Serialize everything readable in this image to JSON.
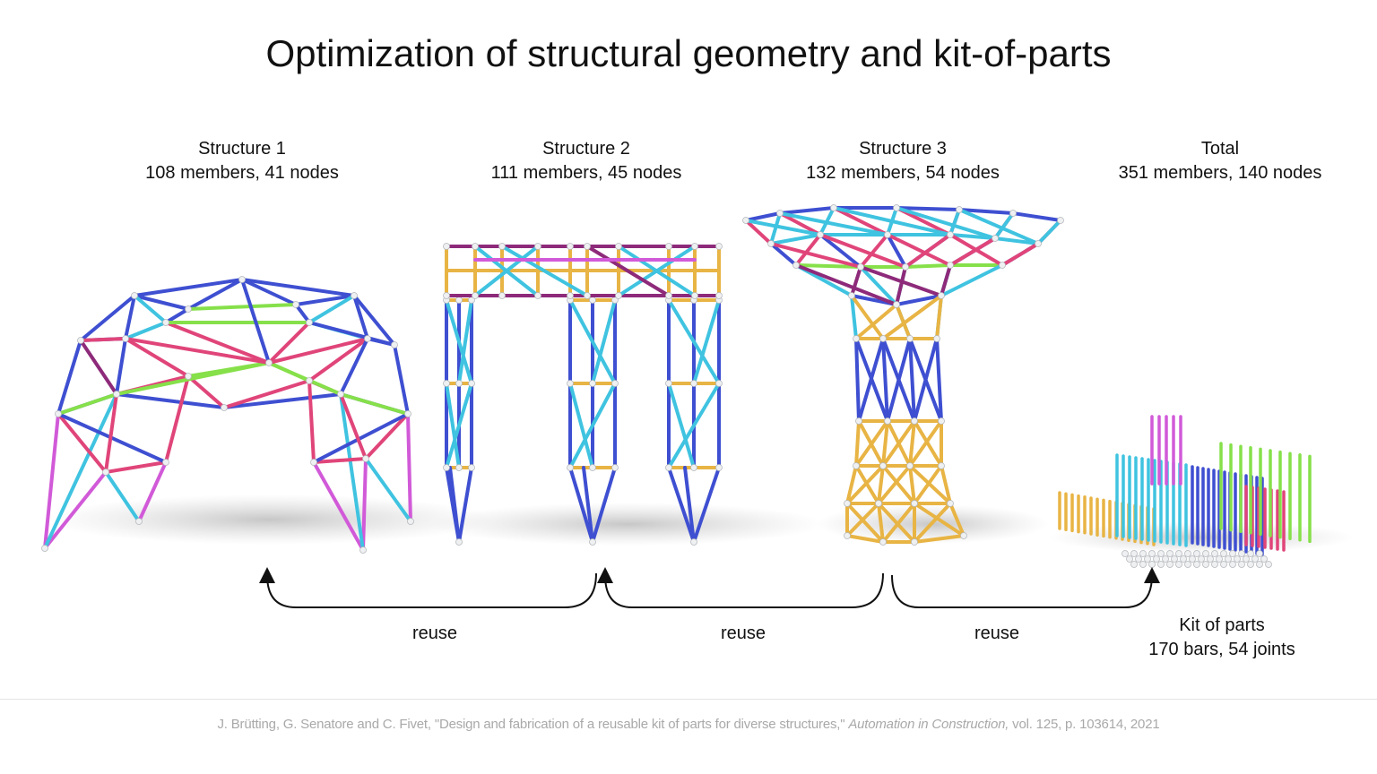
{
  "title": "Optimization of structural geometry and kit-of-parts",
  "structures": [
    {
      "name": "Structure 1",
      "stats": "108 members, 41 nodes"
    },
    {
      "name": "Structure 2",
      "stats": "111 members, 45 nodes"
    },
    {
      "name": "Structure 3",
      "stats": "132 members, 54 nodes"
    }
  ],
  "total": {
    "name": "Total",
    "stats": "351 members, 140 nodes"
  },
  "kit": {
    "name": "Kit of parts",
    "stats": "170 bars, 54 joints"
  },
  "reuse_labels": [
    "reuse",
    "reuse",
    "reuse"
  ],
  "citation": {
    "prefix": "J. Brütting, G. Senatore and C. Fivet, \"Design and fabrication of a reusable kit of parts for diverse structures,\" ",
    "journal": "Automation in Construction,",
    "suffix": " vol. 125, p. 103614, 2021"
  },
  "colors": {
    "blue": "#3e4fd1",
    "cyan": "#3fc3e0",
    "magenta": "#d15ad8",
    "pink": "#e0457a",
    "green": "#86e04a",
    "gold": "#e8b444",
    "purple": "#8e2a7a",
    "node": "#eef0f2"
  }
}
